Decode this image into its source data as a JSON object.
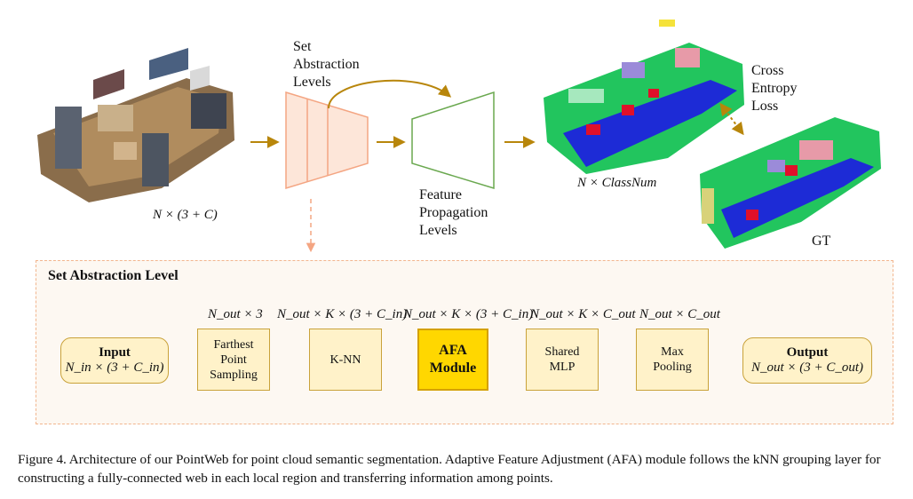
{
  "top": {
    "input_dim": "N × (3 + C)",
    "set_abstraction_label": [
      "Set",
      "Abstraction",
      "Levels"
    ],
    "feature_propagation_label": [
      "Feature",
      "Propagation",
      "Levels"
    ],
    "output_dim": "N × ClassNum",
    "loss_label": [
      "Cross",
      "Entropy",
      "Loss"
    ],
    "gt_label": "GT"
  },
  "panel": {
    "title": "Set Abstraction Level",
    "nodes": [
      {
        "id": "input",
        "title": "Input",
        "sub": "N_in × (3 + C_in)"
      },
      {
        "id": "fps",
        "lines": [
          "Farthest",
          "Point",
          "Sampling"
        ]
      },
      {
        "id": "knn",
        "lines": [
          "K-NN"
        ]
      },
      {
        "id": "afa",
        "lines": [
          "AFA",
          "Module"
        ]
      },
      {
        "id": "mlp",
        "lines": [
          "Shared",
          "MLP"
        ]
      },
      {
        "id": "pool",
        "lines": [
          "Max",
          "Pooling"
        ]
      },
      {
        "id": "output",
        "title": "Output",
        "sub": "N_out × (3 + C_out)"
      }
    ],
    "dims": [
      "N_out × 3",
      "N_out × K × (3 + C_in)",
      "N_out × K × (3 + C_in)",
      "N_out × K × C_out",
      "N_out × C_out"
    ]
  },
  "caption": "Figure 4. Architecture of our PointWeb for point cloud semantic segmentation. Adaptive Feature Adjustment (AFA) module follows the kNN grouping layer for constructing a fully-connected web in each local region and transferring information among points.",
  "colors": {
    "arrow": "#b8860b",
    "sa_trapezoid": "#f4a582",
    "fp_trapezoid": "#6aa84f",
    "node_fill": "#fff2c9",
    "afa_fill": "#ffd700",
    "panel_border": "#f2b58e",
    "seg_green": "#22c55e",
    "seg_blue": "#1d2bd6",
    "seg_red": "#e0102a"
  }
}
